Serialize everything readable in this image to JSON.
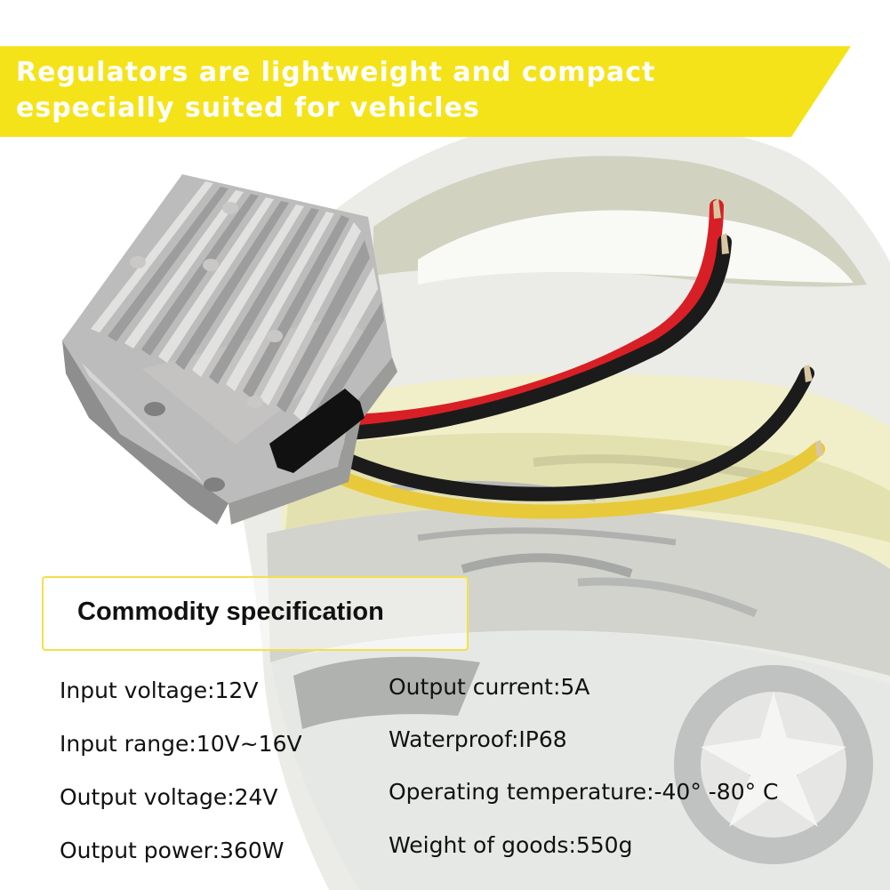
{
  "banner": {
    "line1": "Regulators are lightweight and compact",
    "line2": "especially suited for vehicles",
    "color": "#f5e31a"
  },
  "specification": {
    "title": "Commodity specification",
    "left": [
      "Input voltage:12V",
      "Input range:10V~16V",
      "Output voltage:24V",
      "Output power:360W"
    ],
    "right": [
      "Output current:5A",
      "Waterproof:IP68",
      "Operating temperature:-40°  -80° C",
      "Weight of goods:550g"
    ]
  },
  "product": {
    "wire_colors": [
      "#d81f26",
      "#1b1b1b",
      "#1b1b1b",
      "#e8c93a"
    ]
  }
}
